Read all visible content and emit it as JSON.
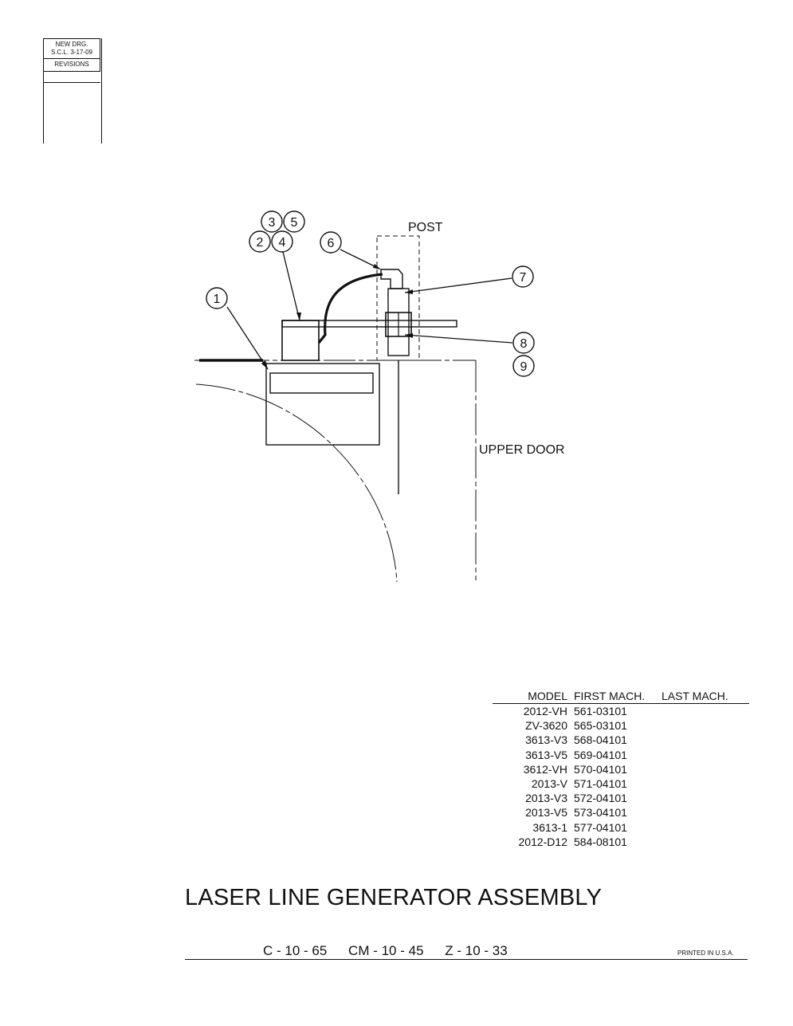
{
  "revisions": {
    "header_line1": "NEW DRG.",
    "header_line2": "S.C.L. 3-17-09",
    "label": "REVISIONS"
  },
  "diagram": {
    "callouts": [
      "1",
      "2",
      "3",
      "4",
      "5",
      "6",
      "7",
      "8",
      "9"
    ],
    "post_label": "POST",
    "door_label": "UPPER DOOR"
  },
  "table": {
    "headers": [
      "MODEL",
      "FIRST MACH.",
      "LAST MACH."
    ],
    "rows": [
      [
        "2012-VH",
        "561-03101",
        ""
      ],
      [
        "ZV-3620",
        "565-03101",
        ""
      ],
      [
        "3613-V3",
        "568-04101",
        ""
      ],
      [
        "3613-V5",
        "569-04101",
        ""
      ],
      [
        "3612-VH",
        "570-04101",
        ""
      ],
      [
        "2013-V",
        "571-04101",
        ""
      ],
      [
        "2013-V3",
        "572-04101",
        ""
      ],
      [
        "2013-V5",
        "573-04101",
        ""
      ],
      [
        "3613-1",
        "577-04101",
        ""
      ],
      [
        "2012-D12",
        "584-08101",
        ""
      ]
    ]
  },
  "title": "LASER LINE GENERATOR ASSEMBLY",
  "page_codes": [
    "C - 10 - 65",
    "CM - 10 - 45",
    "Z - 10 - 33"
  ],
  "printed": "PRINTED IN U.S.A."
}
